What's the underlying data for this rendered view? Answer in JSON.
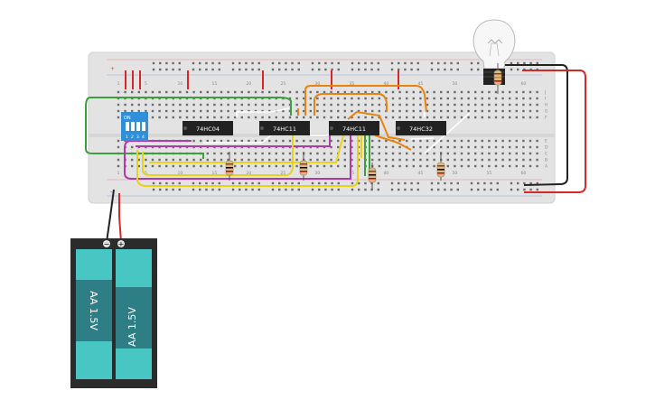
{
  "breadboard": {
    "column_numbers": [
      "1",
      "5",
      "10",
      "15",
      "20",
      "25",
      "30",
      "35",
      "40",
      "45",
      "50",
      "55",
      "60"
    ],
    "row_letters_top": [
      "J",
      "I",
      "H",
      "G",
      "F"
    ],
    "row_letters_bottom": [
      "E",
      "D",
      "C",
      "B",
      "A"
    ],
    "rail_plus": "+",
    "rail_minus": "-"
  },
  "chips": [
    {
      "label": "74HC04"
    },
    {
      "label": "74HC11"
    },
    {
      "label": "74HC11"
    },
    {
      "label": "74HC32"
    }
  ],
  "dip_switch": {
    "label": "ON",
    "positions": [
      "1",
      "2",
      "3",
      "4"
    ]
  },
  "battery_pack": {
    "cells": [
      {
        "label": "AA 1.5V"
      },
      {
        "label": "AA 1.5V"
      }
    ],
    "terminal_minus": "−",
    "terminal_plus": "+"
  },
  "colors": {
    "wire_red": "#d62828",
    "wire_black": "#222222",
    "wire_green": "#3aa13a",
    "wire_orange": "#e8830c",
    "wire_yellow": "#e8d21a",
    "wire_purple": "#b03aa8",
    "wire_white": "#ffffff",
    "battery_teal": "#2e7f85",
    "battery_light": "#47c6c4",
    "switch_blue": "#2f8fd8",
    "board": "#e3e3e3"
  }
}
